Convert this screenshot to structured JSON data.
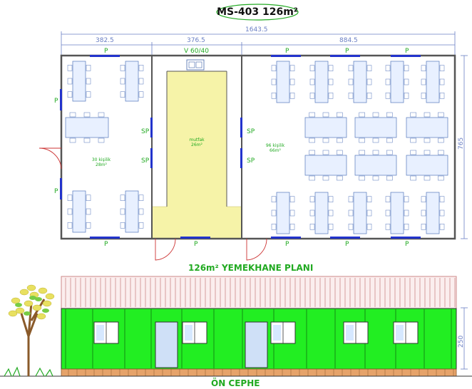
{
  "title": "MS-403 126m²",
  "dimensions": {
    "total_width": "1643.5",
    "left_width": "382.5",
    "middle_width": "376.5",
    "right_width": "884.5",
    "depth": "765",
    "height": "250"
  },
  "labels": {
    "window_p": "P",
    "sliding_window": "SP",
    "ventilation": "V 60/40"
  },
  "rooms": {
    "left_hall_line1": "30 kişilik",
    "left_hall_line2": "28m²",
    "kitchen_line1": "mutfak",
    "kitchen_line2": "26m²",
    "right_hall_line1": "96 kişilik",
    "right_hall_line2": "66m²"
  },
  "captions": {
    "plan": "126m² YEMEKHANE PLANI",
    "elevation": "ÖN CEPHE"
  },
  "colors": {
    "wall": "#555555",
    "window": "#2233cc",
    "accent_green": "#22aa22",
    "facade_green": "#22ee22",
    "roof": "#cc8888",
    "kitchen_floor": "#f6f3a8",
    "table_fill": "#e8f0ff",
    "dimension_line": "#6a7fc4",
    "brick": "#e6a36a"
  }
}
